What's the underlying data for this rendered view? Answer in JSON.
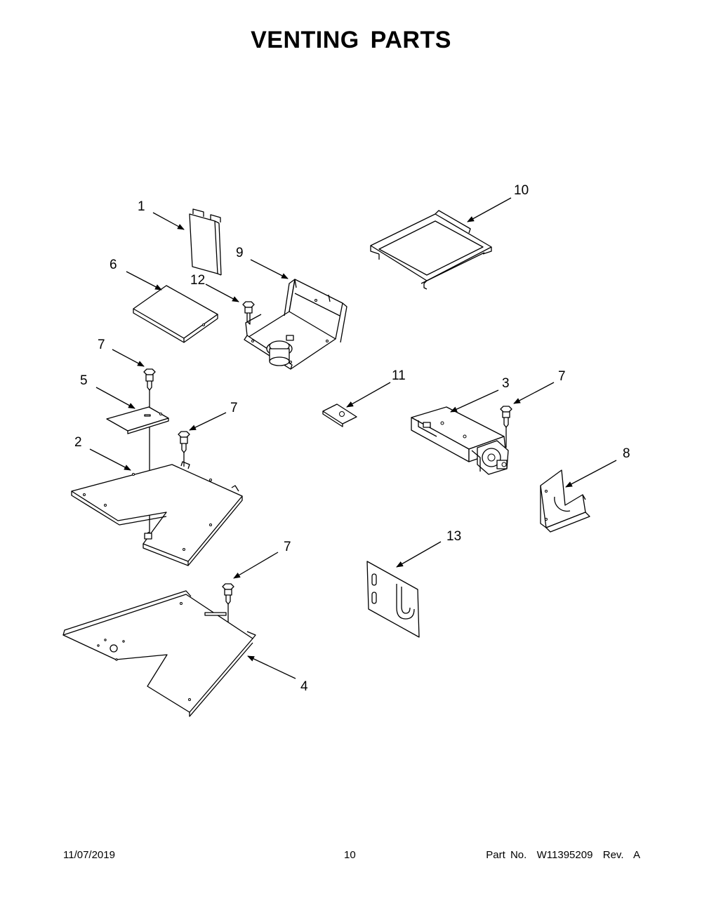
{
  "page": {
    "title": "VENTING PARTS",
    "footer": {
      "date": "11/07/2019",
      "page_number": "10",
      "part_number": "Part No.  W11395209  Rev.  A"
    }
  },
  "callouts": [
    {
      "id": "c1",
      "label": "1"
    },
    {
      "id": "c6",
      "label": "6"
    },
    {
      "id": "c9",
      "label": "9"
    },
    {
      "id": "c12",
      "label": "12"
    },
    {
      "id": "c10",
      "label": "10"
    },
    {
      "id": "c7a",
      "label": "7"
    },
    {
      "id": "c5",
      "label": "5"
    },
    {
      "id": "c7b",
      "label": "7"
    },
    {
      "id": "c2",
      "label": "2"
    },
    {
      "id": "c11",
      "label": "11"
    },
    {
      "id": "c3",
      "label": "3"
    },
    {
      "id": "c7c",
      "label": "7"
    },
    {
      "id": "c8",
      "label": "8"
    },
    {
      "id": "c13",
      "label": "13"
    },
    {
      "id": "c7d",
      "label": "7"
    },
    {
      "id": "c4",
      "label": "4"
    }
  ]
}
